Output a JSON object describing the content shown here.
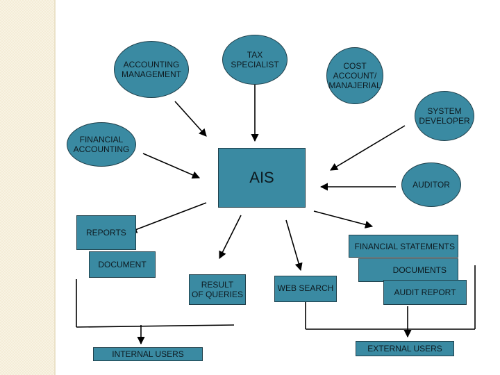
{
  "nodes": {
    "accounting_management": "ACCOUNTING\nMANAGEMENT",
    "tax_specialist": "TAX\nSPECIALIST",
    "cost_account": "COST\nACCOUNT/\nMANAJERIAL",
    "system_developer": "SYSTEM\nDEVELOPER",
    "financial_accounting": "FINANCIAL\nACCOUNTING",
    "ais": "AIS",
    "auditor": "AUDITOR",
    "reports": "REPORTS",
    "financial_statements": "FINANCIAL STATEMENTS",
    "document": "DOCUMENT",
    "documents": "DOCUMENTS",
    "result_of_queries": "RESULT\nOF QUERIES",
    "web_search": "WEB SEARCH",
    "audit_report": "AUDIT REPORT",
    "internal_users": "INTERNAL USERS",
    "external_users": "EXTERNAL USERS"
  },
  "colors": {
    "node_fill": "#3a8aa2",
    "node_border": "#1f3f4a",
    "sidebar": "#f4ecd6"
  }
}
